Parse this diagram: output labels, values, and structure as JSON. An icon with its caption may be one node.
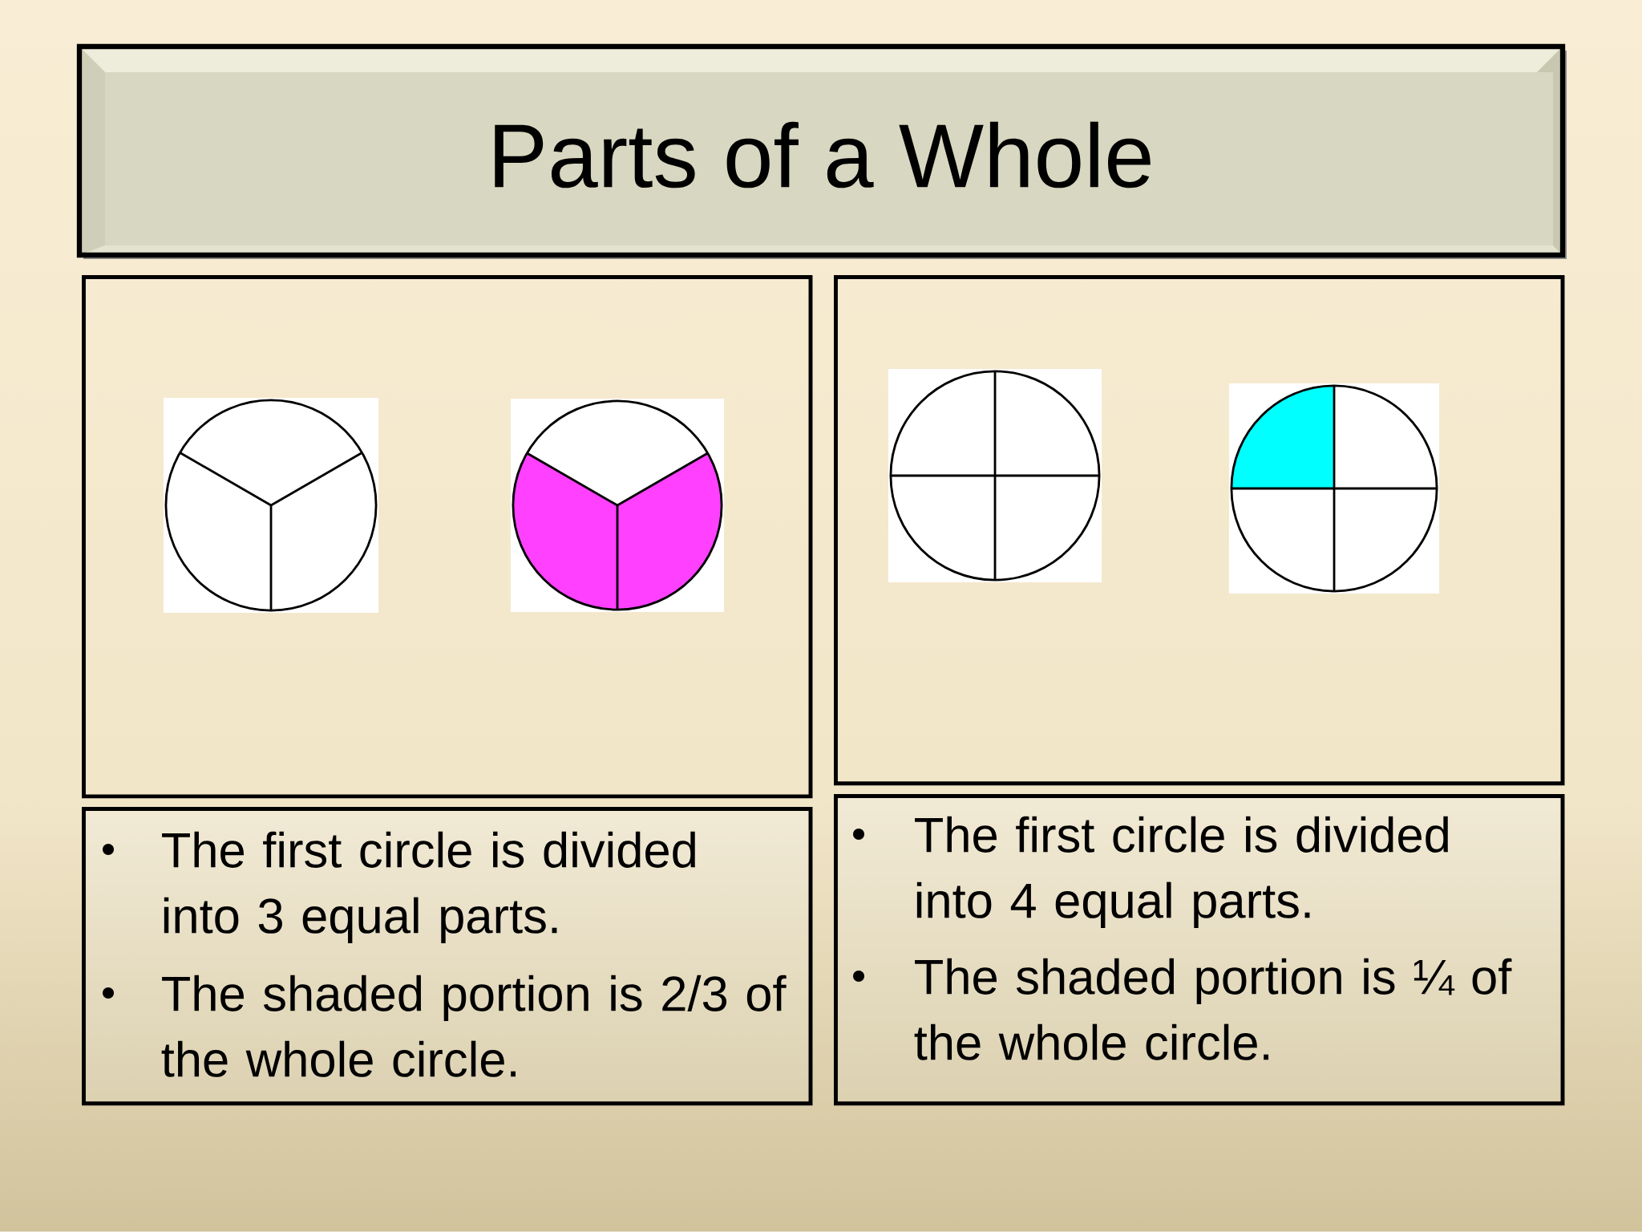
{
  "diagram": {
    "title": "Parts of a Whole",
    "nodes": [
      {
        "text": [],
        "shape": "box"
      },
      {
        "text": [],
        "shape": "picture",
        "in": 0
      },
      {
        "text": [],
        "shape": "picture",
        "in": 0
      },
      {
        "text": [],
        "shape": "box"
      },
      {
        "text": [],
        "shape": "picture",
        "in": 3
      },
      {
        "text": [],
        "shape": "picture",
        "in": 3
      },
      {
        "text": [
          "The first circle is divided into 3 equal parts.",
          "The shaded portion is 2/3 of the whole circle."
        ]
      },
      {
        "text": [
          "The first circle is divided into 4 equal parts.",
          "The shaded portion is ¼ of the whole circle."
        ]
      }
    ]
  }
}
